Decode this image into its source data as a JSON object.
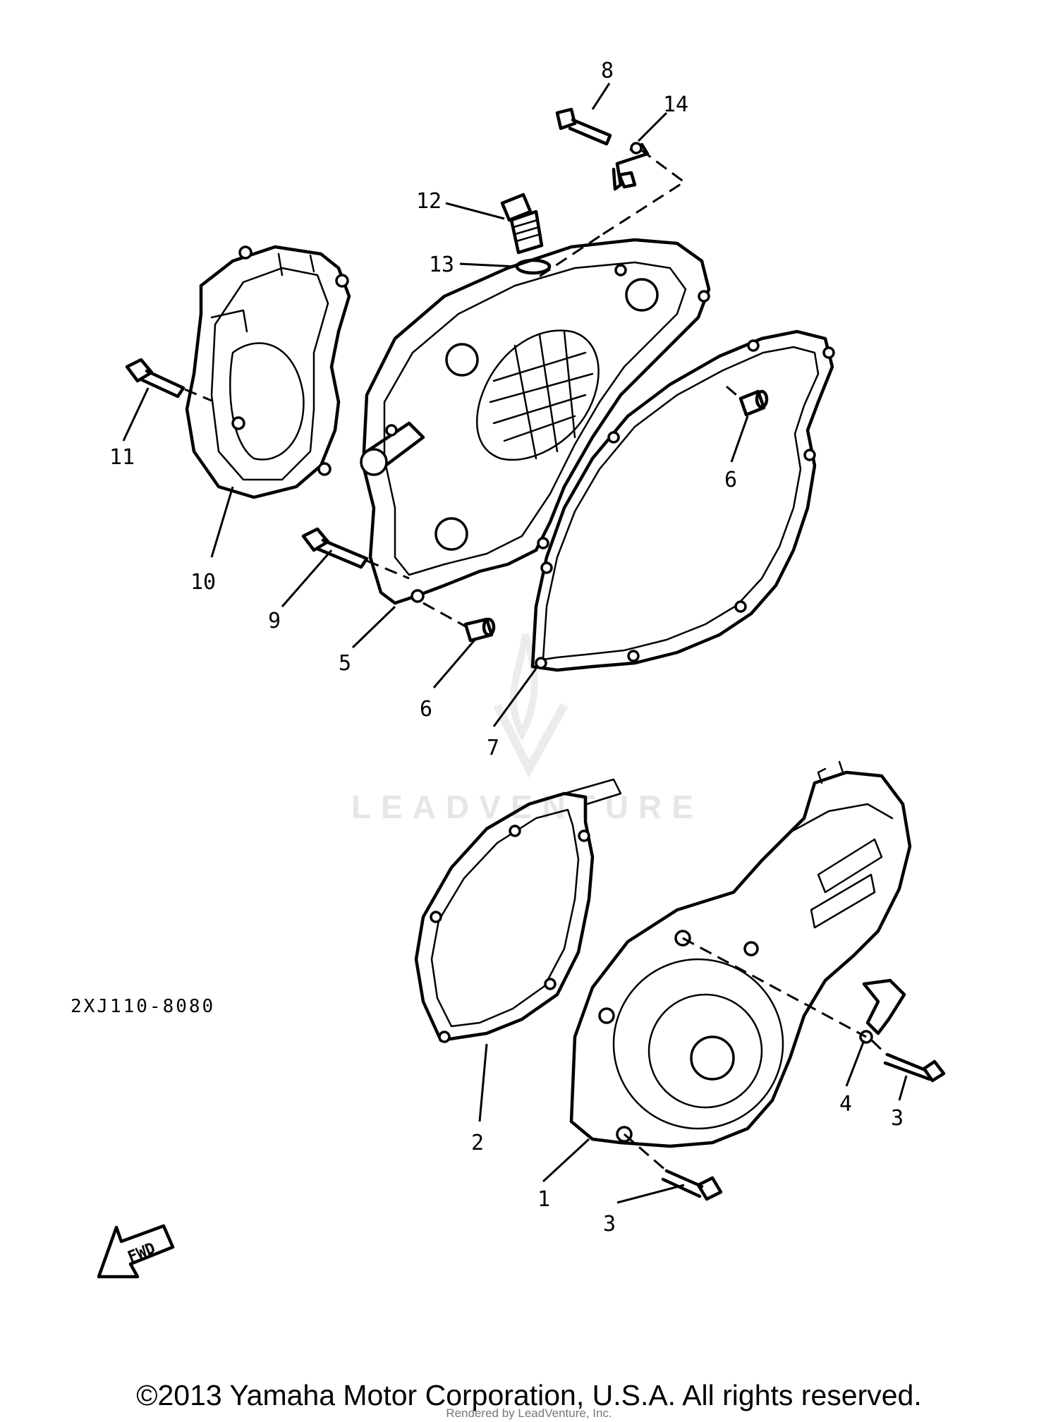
{
  "diagram": {
    "watermark": "LEADVENTURE",
    "fwd_label": "FWD",
    "part_code": "2XJ110-8080",
    "callouts": {
      "c1": "1",
      "c2": "2",
      "c3a": "3",
      "c3b": "3",
      "c4": "4",
      "c5": "5",
      "c6a": "6",
      "c6b": "6",
      "c7": "7",
      "c8": "8",
      "c9": "9",
      "c10": "10",
      "c11": "11",
      "c12": "12",
      "c13": "13",
      "c14": "14"
    }
  },
  "footer": {
    "copyright": "©2013 Yamaha Motor Corporation, U.S.A. All rights reserved.",
    "rendered_by": "Rendered by LeadVenture, Inc."
  }
}
